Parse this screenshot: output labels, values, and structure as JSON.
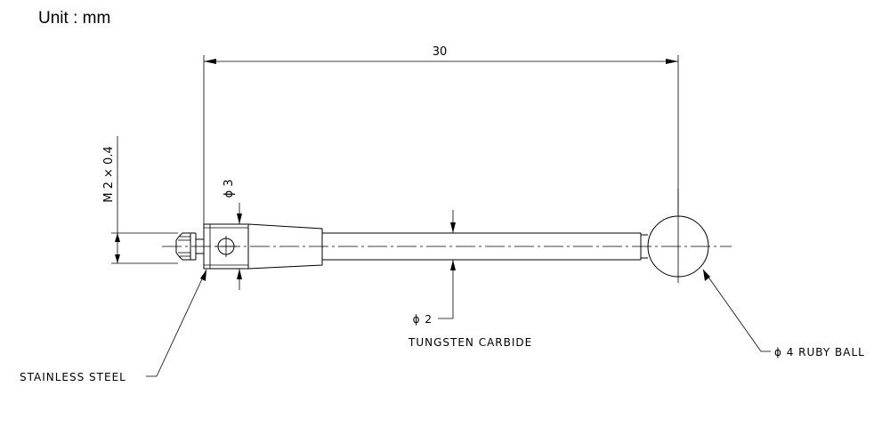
{
  "unit_label": "Unit : mm",
  "dimensions": {
    "overall_length": "30",
    "thread_spec": "M 2 × 0.4",
    "body_diameter": "ϕ 3",
    "stem_diameter": "ϕ 2"
  },
  "callouts": {
    "stem_material": "TUNGSTEN CARBIDE",
    "body_material": "STAINLESS STEEL",
    "tip": "ϕ 4 RUBY BALL"
  }
}
